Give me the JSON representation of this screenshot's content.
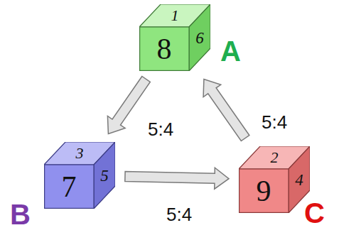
{
  "diagram": {
    "nodes": [
      {
        "text": [
          "1",
          "8",
          "6",
          "A"
        ]
      },
      {
        "text": [
          "3",
          "7",
          "5",
          "B"
        ]
      },
      {
        "text": [
          "2",
          "9",
          "4",
          "C"
        ]
      }
    ],
    "edges": [
      {
        "from": 0,
        "to": 1,
        "label": "5:4",
        "arrow": "to"
      },
      {
        "from": 1,
        "to": 2,
        "label": "5:4",
        "arrow": "to"
      },
      {
        "from": 2,
        "to": 0,
        "label": "5:4",
        "arrow": "to"
      }
    ]
  }
}
